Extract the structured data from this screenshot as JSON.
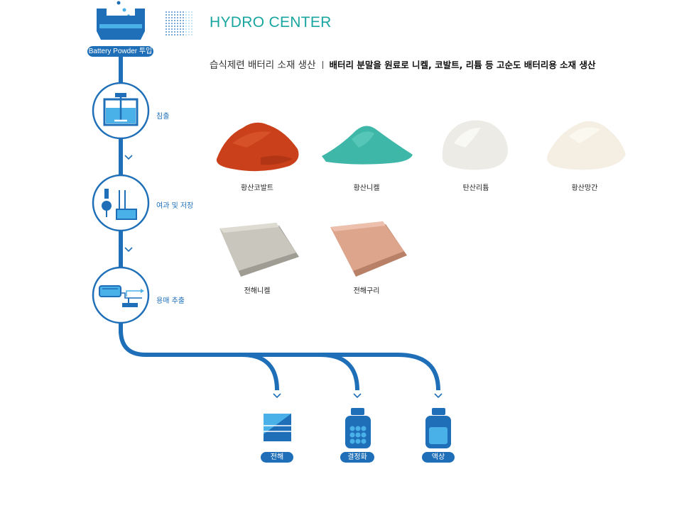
{
  "header": {
    "title": "HYDRO CENTER",
    "subtitle_main": "습식제련 배터리 소재 생산",
    "subtitle_desc": "배터리 분말을 원료로 니켈, 코발트, 리튬 등 고순도 배터리용 소재 생산"
  },
  "process": {
    "input_label": "Battery Powder 투입",
    "steps": [
      {
        "label": "침출",
        "icon": "leaching-tank-icon"
      },
      {
        "label": "여과 및 저장",
        "icon": "filtration-icon"
      },
      {
        "label": "용매 추출",
        "icon": "solvent-extraction-icon"
      }
    ],
    "outputs": [
      {
        "label": "전해",
        "icon": "electrolysis-plate-icon"
      },
      {
        "label": "결정화",
        "icon": "crystal-bottle-icon"
      },
      {
        "label": "액상",
        "icon": "liquid-bottle-icon"
      }
    ]
  },
  "materials": [
    {
      "name": "황산코발트",
      "color": "#c9401a"
    },
    {
      "name": "황산니켈",
      "color": "#3fb7a8"
    },
    {
      "name": "탄산리튬",
      "color": "#ecebe6"
    },
    {
      "name": "황산망간",
      "color": "#f4efe2"
    },
    {
      "name": "전해니켈",
      "color": "#c9c7bd"
    },
    {
      "name": "전해구리",
      "color": "#dca58c"
    }
  ],
  "colors": {
    "primary": "#1e6fb8",
    "accent": "#19a6a0",
    "light_blue": "#4ab0e8"
  }
}
